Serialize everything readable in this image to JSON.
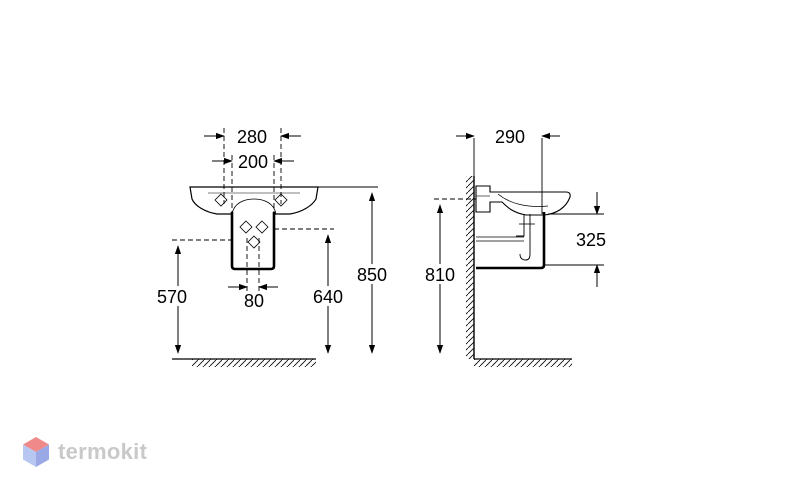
{
  "front_view": {
    "dim_280": "280",
    "dim_200": "200",
    "dim_80": "80",
    "dim_570": "570",
    "dim_640": "640",
    "dim_850": "850"
  },
  "side_view": {
    "dim_290": "290",
    "dim_325": "325",
    "dim_810": "810"
  },
  "watermark": {
    "text": "termokit",
    "logo_icon": "cube-logo-icon",
    "colors": {
      "top": "#f08a8a",
      "left": "#b8c7f2",
      "right": "#9aa9e6"
    }
  }
}
